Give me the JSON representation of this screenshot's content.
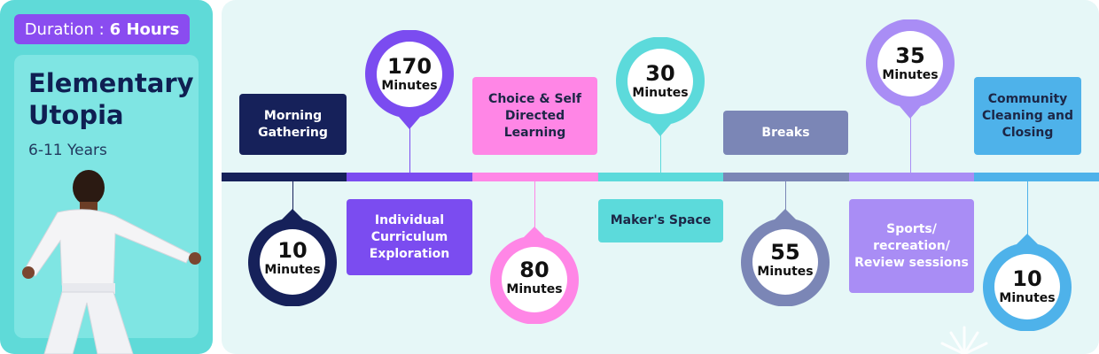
{
  "sidebar": {
    "duration_label": "Duration :",
    "duration_value": "6 Hours",
    "title_line1": "Elementary",
    "title_line2": "Utopia",
    "age_range": "6-11 Years"
  },
  "timeline": {
    "segments": [
      {
        "label": "Morning Gathering",
        "minutes": "10",
        "unit": "Minutes",
        "color": "#16215a",
        "label_position": "top",
        "pin_position": "bottom"
      },
      {
        "label": "Individual Curriculum Exploration",
        "minutes": "170",
        "unit": "Minutes",
        "color": "#7b4cf0",
        "label_position": "bottom",
        "pin_position": "top"
      },
      {
        "label": "Choice & Self Directed Learning",
        "minutes": "80",
        "unit": "Minutes",
        "color": "#ff86e6",
        "label_position": "top",
        "pin_position": "bottom"
      },
      {
        "label": "Maker's Space",
        "minutes": "30",
        "unit": "Minutes",
        "color": "#5cdadb",
        "label_position": "bottom",
        "pin_position": "top"
      },
      {
        "label": "Breaks",
        "minutes": "55",
        "unit": "Minutes",
        "color": "#7b86b6",
        "label_position": "top",
        "pin_position": "bottom"
      },
      {
        "label": "Sports/ recreation/ Review sessions",
        "minutes": "35",
        "unit": "Minutes",
        "color": "#a98df5",
        "label_position": "bottom",
        "pin_position": "top"
      },
      {
        "label": "Community Cleaning and Closing",
        "minutes": "10",
        "unit": "Minutes",
        "color": "#4eb2ea",
        "label_position": "top",
        "pin_position": "bottom"
      }
    ]
  }
}
